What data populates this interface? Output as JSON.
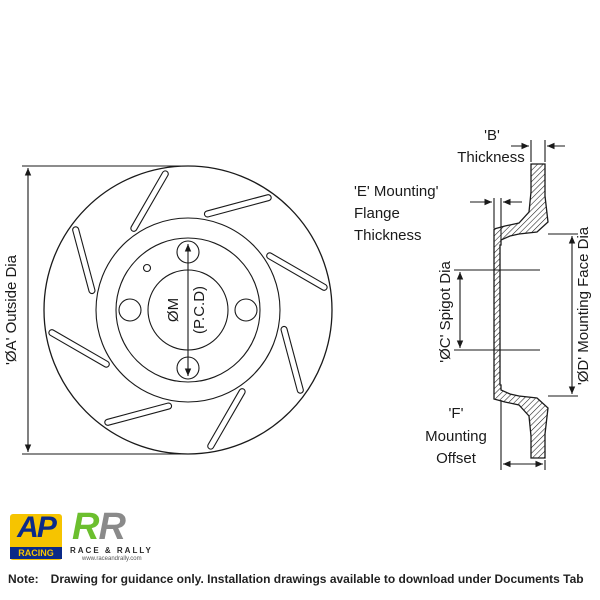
{
  "labels": {
    "outside_dia": "'ØA' Outside Dia",
    "thickness_b": "'B'",
    "thickness_word": "Thickness",
    "flange_e": "'E' Mounting'",
    "flange_word": "Flange",
    "flange_thickness": "Thickness",
    "spigot": "'ØC' Spigot Dia",
    "mounting_face": "'ØD' Mounting Face Dia",
    "offset_f": "'F'",
    "offset_mounting": "Mounting",
    "offset_word": "Offset",
    "pcd_m": "ØM",
    "pcd": "(P.C.D)"
  },
  "logos": {
    "ap_text": "AP",
    "ap_racing": "RACING",
    "rr_r1": "R",
    "rr_r2": "R",
    "rr_tag": "RACE & RALLY",
    "rr_url": "www.raceandrally.com"
  },
  "note": {
    "prefix": "Note:",
    "text": "Drawing for guidance only. Installation drawings available to download under Documents Tab"
  },
  "colors": {
    "ap_yellow": "#f6c400",
    "ap_blue": "#0b2a88",
    "rr_green": "#6cbf2e"
  }
}
